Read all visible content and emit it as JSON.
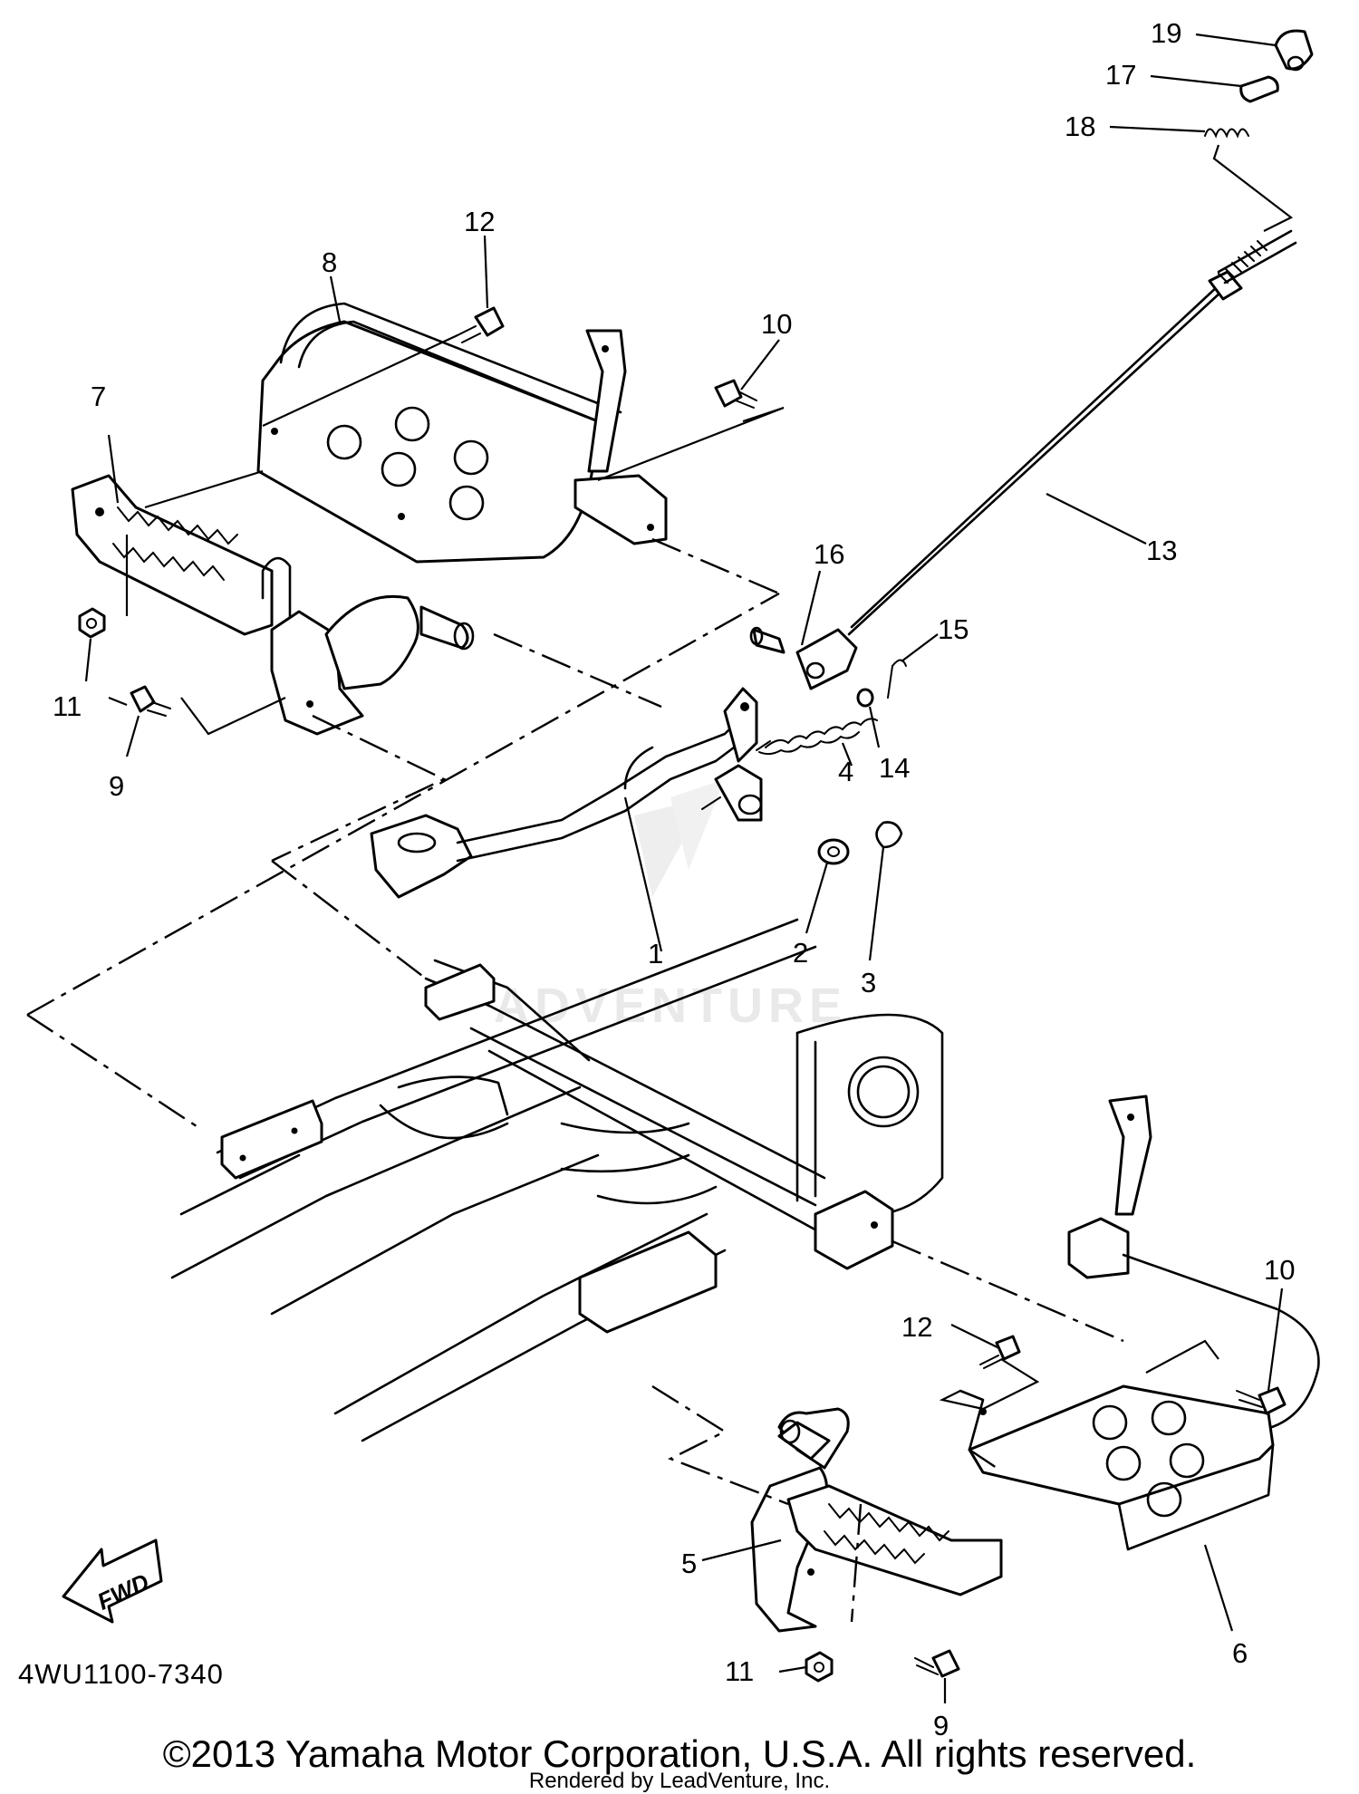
{
  "figure_code": "4WU1100-7340",
  "copyright": "©2013 Yamaha Motor Corporation, U.S.A. All rights reserved.",
  "rendered_by": "Rendered by LeadVenture, Inc.",
  "watermark": "ADVENTURE",
  "fwd_label": "FWD",
  "callouts": [
    "1",
    "2",
    "3",
    "4",
    "5",
    "6",
    "7",
    "8",
    "9",
    "9",
    "10",
    "10",
    "11",
    "11",
    "12",
    "12",
    "13",
    "14",
    "15",
    "16",
    "17",
    "18",
    "19"
  ]
}
